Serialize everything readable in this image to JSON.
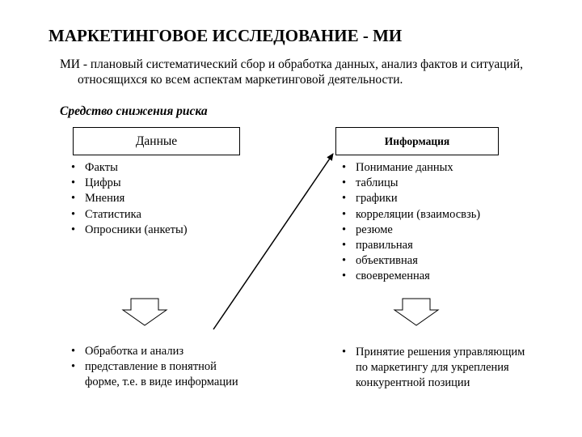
{
  "slide": {
    "title": "МАРКЕТИНГОВОЕ ИССЛЕДОВАНИЕ - МИ",
    "definition": "МИ - плановый систематический сбор и обработка данных, анализ фактов и ситуаций, относящихся ко всем аспектам маркетинговой деятельности.",
    "subtitle": "Средство снижения риска"
  },
  "data_column": {
    "box_label": "Данные",
    "items": [
      "Факты",
      "Цифры",
      "Мнения",
      "Статистика",
      "Опросники (анкеты)"
    ],
    "result_items": [
      "Обработка и анализ",
      "представление в понятной форме, т.е. в виде информации"
    ]
  },
  "info_column": {
    "box_label": "Информация",
    "items": [
      "Понимание данных",
      "таблицы",
      "графики",
      "корреляции (взаимосвзь)",
      "резюме",
      "правильная",
      "объективная",
      "своевременная"
    ],
    "result_items": [
      "Принятие решения управляющим по маркетингу для укрепления конкурентной позиции"
    ]
  },
  "icons": {
    "down_arrow": "block-down-arrow-icon",
    "diagonal_arrow": "diagonal-arrow-icon"
  }
}
